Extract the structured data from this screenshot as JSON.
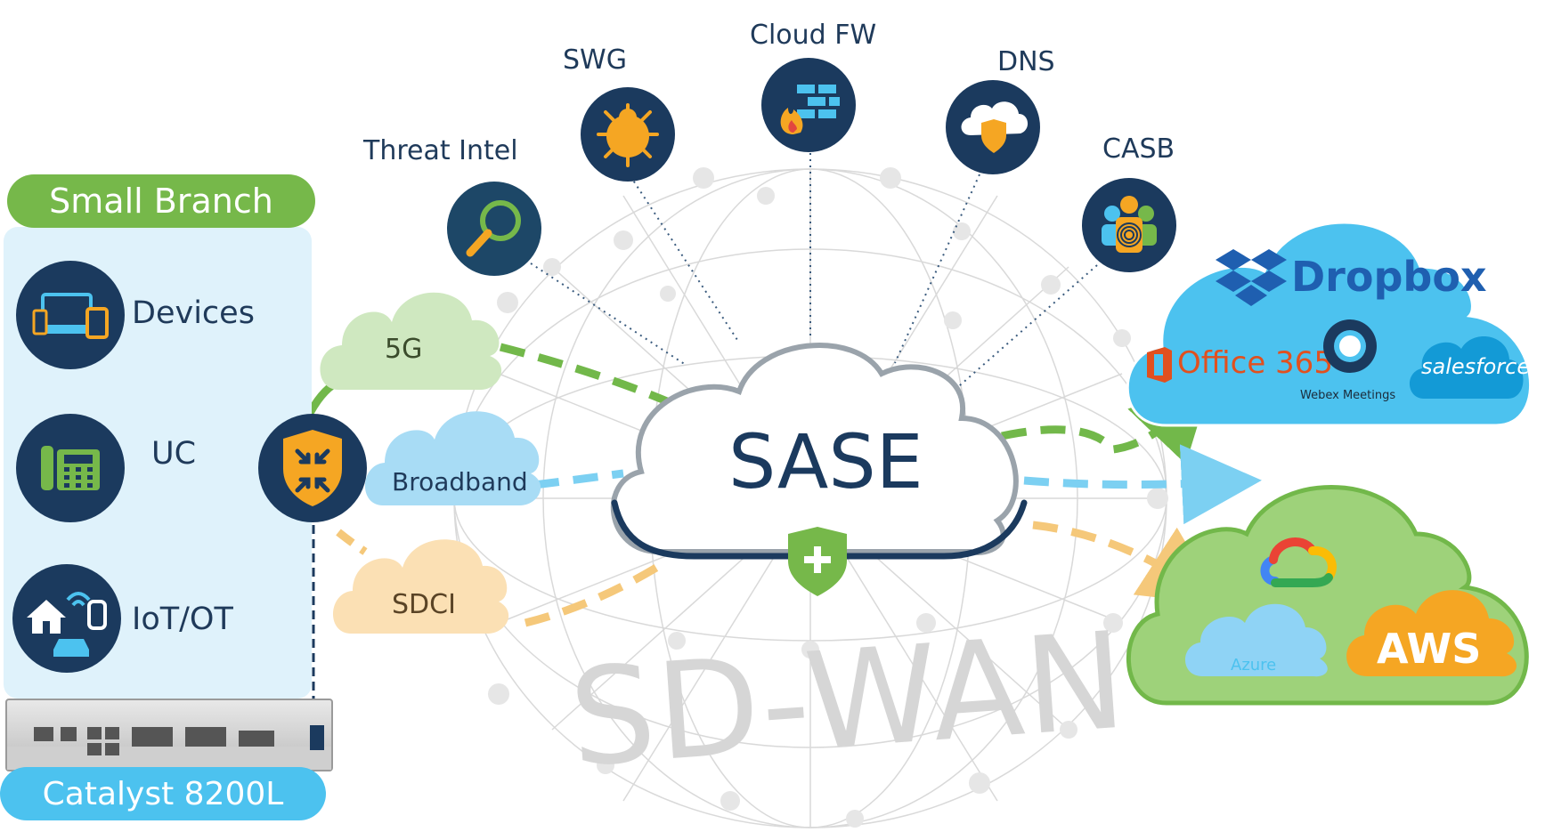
{
  "colors": {
    "navy": "#1b3a5e",
    "green": "#76b84a",
    "light_blue_panel": "#dff2fb",
    "sky": "#4cc2ef",
    "orange": "#f5a623",
    "dash_green": "#72b84a",
    "dash_blue": "#7cd0f2",
    "dash_orange": "#f5c87a"
  },
  "branch": {
    "title": "Small Branch",
    "items": [
      {
        "label": "Devices",
        "icon": "devices-icon"
      },
      {
        "label": "UC",
        "icon": "phone-icon"
      },
      {
        "label": "IoT/OT",
        "icon": "iot-icon"
      }
    ],
    "router_icon": "router-shield-icon",
    "device_name": "Catalyst 8200L"
  },
  "transports": [
    {
      "label": "5G"
    },
    {
      "label": "Broadband"
    },
    {
      "label": "SDCI"
    }
  ],
  "sase": {
    "label": "SASE",
    "shield_icon": "shield-plus-icon"
  },
  "services": [
    {
      "label": "Threat Intel",
      "icon": "magnifier-icon"
    },
    {
      "label": "SWG",
      "icon": "bug-icon"
    },
    {
      "label": "Cloud FW",
      "icon": "firewall-icon"
    },
    {
      "label": "DNS",
      "icon": "cloud-shield-icon"
    },
    {
      "label": "CASB",
      "icon": "users-fingerprint-icon"
    }
  ],
  "saas": {
    "dropbox": "Dropbox",
    "office": "Office 365",
    "webex": "Webex Meetings",
    "salesforce": "salesforce"
  },
  "iaas": {
    "azure": "Azure",
    "aws": "AWS",
    "gcp_icon": "google-cloud-icon"
  },
  "watermark": "SD-WAN"
}
